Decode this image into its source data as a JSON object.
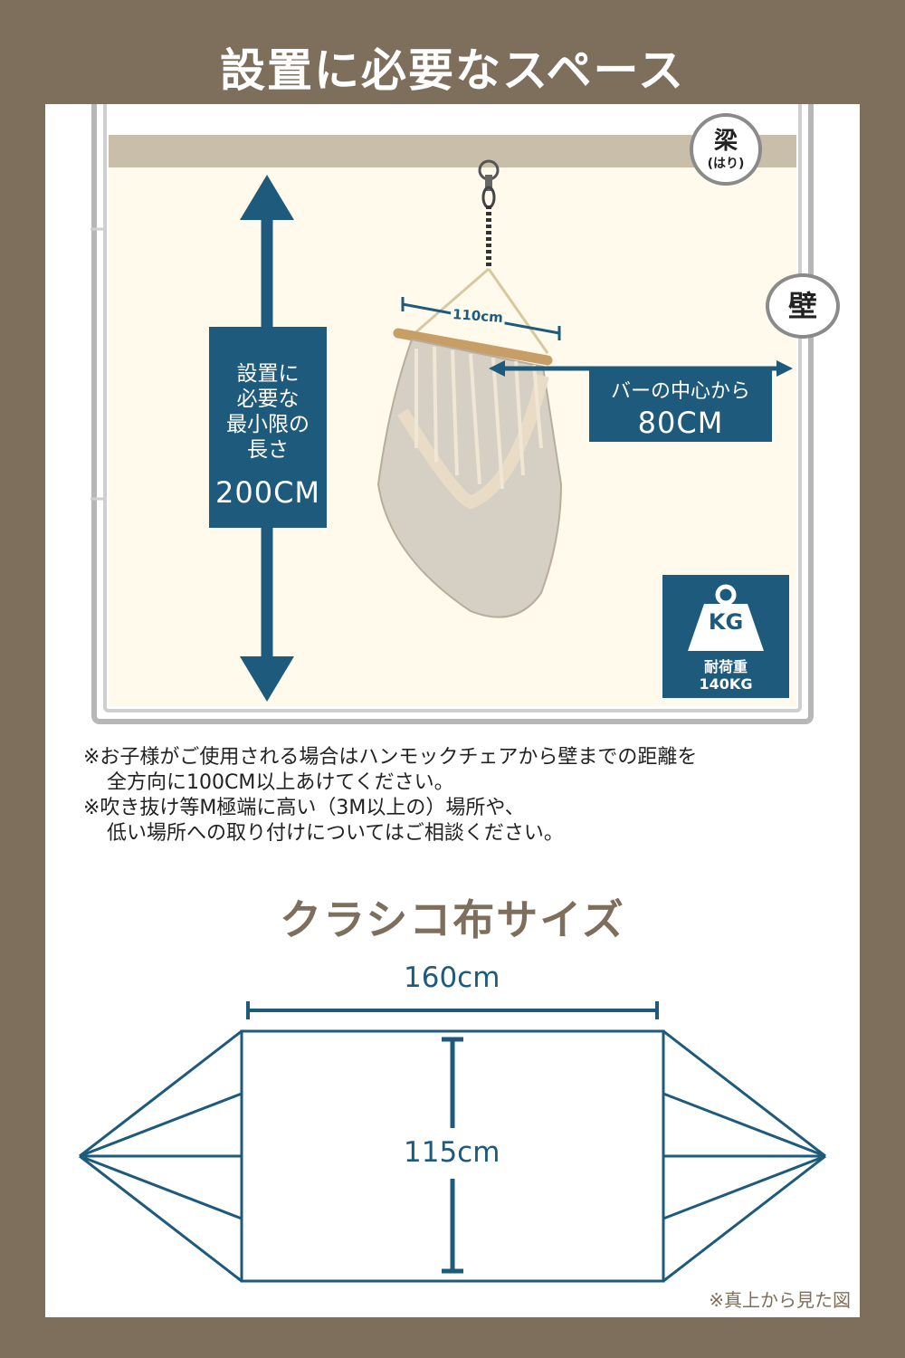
{
  "heading_space": "設置に必要なスペース",
  "room": {
    "beam_kanji": "梁",
    "beam_reading": "(はり)",
    "wall_label": "壁",
    "bar_width": "110cm",
    "height_caption": "設置に必要な最小限の長さ",
    "height_lines": [
      "設置に",
      "必要な",
      "最小限の",
      "長さ"
    ],
    "height_value": "200CM",
    "distance_caption": "バーの中心から",
    "distance_value": "80CM",
    "load_unit": "KG",
    "load_lines": [
      "耐荷重",
      "140KG"
    ]
  },
  "notes": [
    "※お子様がご使用される場合はハンモックチェアから壁までの距離を",
    "全方向に100CM以上あけてください。",
    "※吹き抜け等M極端に高い（3M以上の）場所や、",
    "低い場所への取り付けについてはご相談ください。"
  ],
  "heading_fabric": "クラシコ布サイズ",
  "fabric": {
    "width": "160cm",
    "length": "115cm",
    "caption": "※真上から見た図"
  },
  "colors": {
    "frame": "#7d6f5c",
    "accent": "#1d5a7c",
    "room_bg": "#fffaeb",
    "beam": "#c8bea9"
  }
}
